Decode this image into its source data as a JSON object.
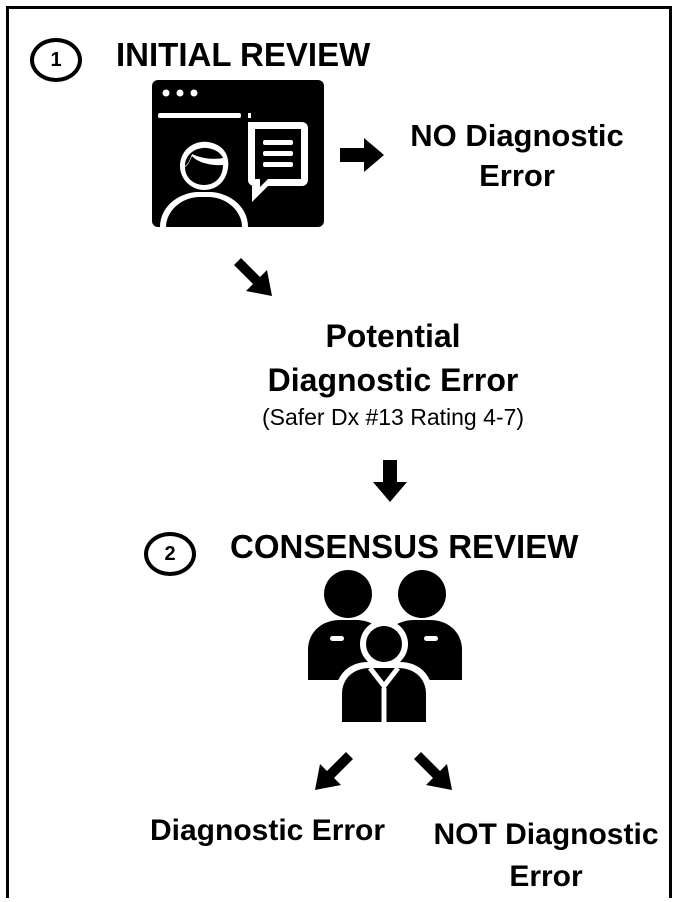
{
  "step1": {
    "number": "1",
    "title": "INITIAL REVIEW",
    "icon": "reviewer-at-screen-icon"
  },
  "no_error": {
    "line1": "NO Diagnostic",
    "line2": "Error"
  },
  "potential": {
    "line1": "Potential",
    "line2": "Diagnostic Error",
    "note": "(Safer Dx #13 Rating 4-7)"
  },
  "step2": {
    "number": "2",
    "title": "CONSENSUS REVIEW",
    "icon": "group-of-people-icon"
  },
  "outcomes": {
    "left": "Diagnostic Error",
    "right_line1": "NOT Diagnostic",
    "right_line2": "Error"
  },
  "colors": {
    "ink": "#000000",
    "background": "#ffffff"
  }
}
